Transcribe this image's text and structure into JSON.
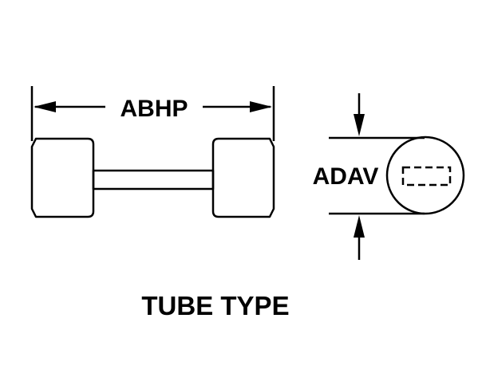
{
  "diagram": {
    "title": "TUBE TYPE",
    "labels": {
      "length_dimension": "ABHP",
      "diameter_dimension": "ADAV"
    },
    "colors": {
      "ink": "#000000",
      "background": "#ffffff"
    }
  }
}
